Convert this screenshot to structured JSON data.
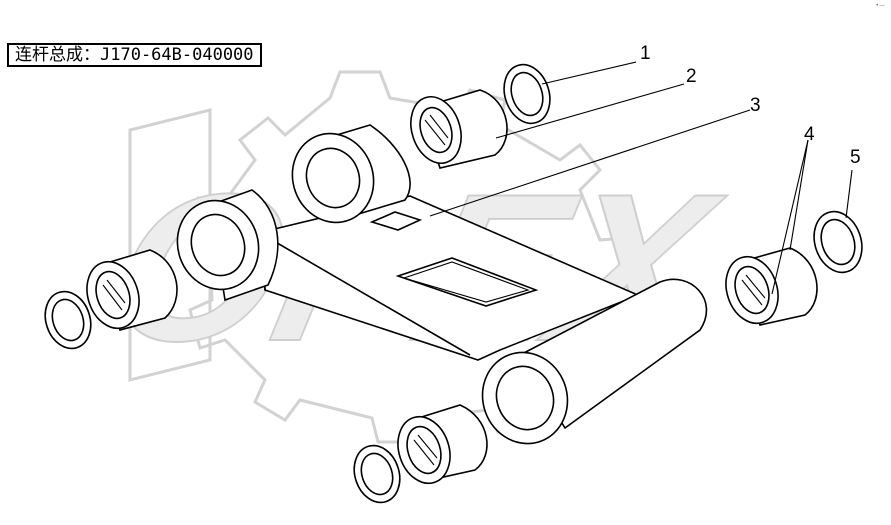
{
  "title": {
    "text": "连杆总成：J170-64B-040000"
  },
  "watermark": {
    "text": "OPEX"
  },
  "callouts": [
    {
      "label": "1"
    },
    {
      "label": "2"
    },
    {
      "label": "3"
    },
    {
      "label": "4"
    },
    {
      "label": "5"
    }
  ],
  "corner_mark": {
    "text": "•—"
  }
}
